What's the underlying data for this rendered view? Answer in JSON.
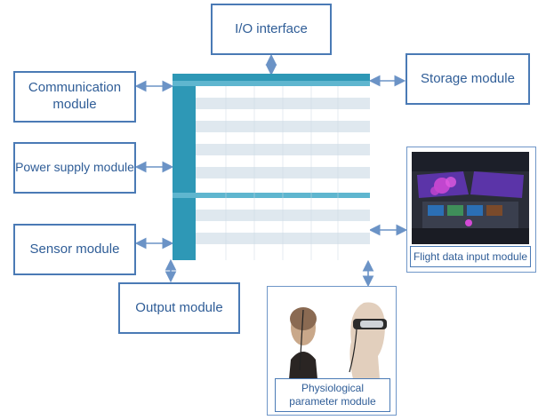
{
  "modules": {
    "io": "I/O interface",
    "storage": "Storage module",
    "communication": "Communication module",
    "power": "Power supply module",
    "sensor": "Sensor module",
    "output": "Output module",
    "flight": "Flight data input module",
    "physio": "Physiological parameter module"
  },
  "colors": {
    "box_border": "#4a7ab5",
    "box_text": "#2f5d97",
    "table_header": "#2e98b6",
    "arrow": "#6b93c6"
  }
}
